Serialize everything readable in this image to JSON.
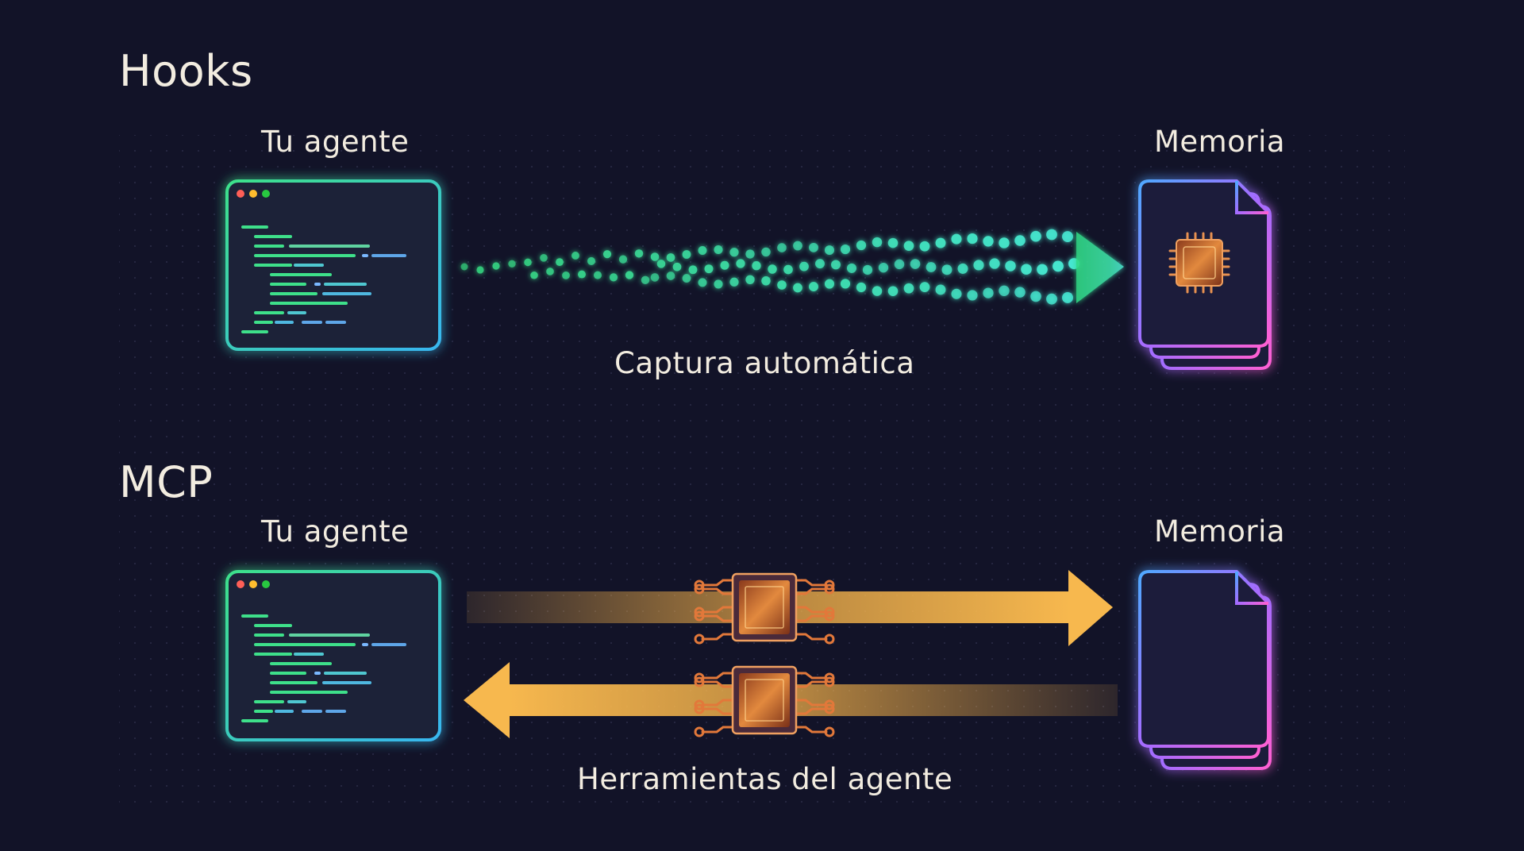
{
  "sections": [
    {
      "title": "Hooks",
      "agent_label": "Tu agente",
      "memory_label": "Memoria",
      "caption": "Captura automática"
    },
    {
      "title": "MCP",
      "agent_label": "Tu agente",
      "memory_label": "Memoria",
      "caption": "Herramientas del agente"
    }
  ],
  "colors": {
    "background": "#121328",
    "text": "#f2ece0",
    "agent_green": "#3ee08a",
    "agent_blue": "#37b6f0",
    "memory_blue": "#4fa8ff",
    "memory_purple": "#a46cff",
    "memory_pink": "#ff5fd2",
    "flow_green": "#33e08c",
    "flow_teal": "#4be3d0",
    "arrow_gold": "#f5b24a",
    "chip_copper": "#e07a3a",
    "window_dot_red": "#ff5f57",
    "window_dot_yellow": "#ffbd2e",
    "window_dot_green": "#28c840"
  },
  "icons": {
    "agent": "code-window-icon",
    "memory": "document-stack-icon",
    "chip": "microchip-icon"
  }
}
